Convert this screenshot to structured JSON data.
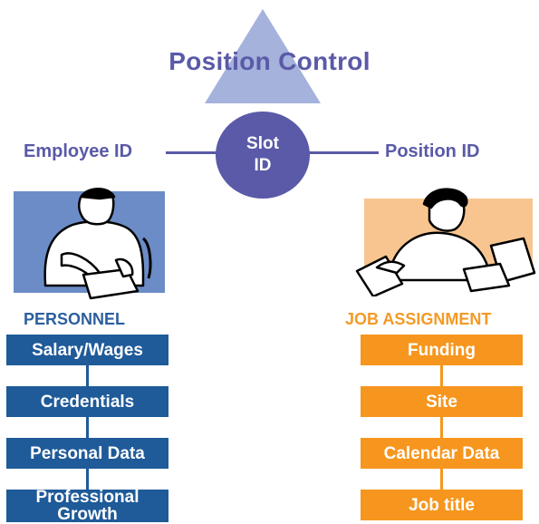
{
  "diagram": {
    "title": "Position Control",
    "left_id": "Employee ID",
    "right_id": "Position ID",
    "center": {
      "line1": "Slot",
      "line2": "ID"
    },
    "left_section": {
      "title": "PERSONNEL",
      "items": [
        "Salary/Wages",
        "Credentials",
        "Personal Data",
        "Professional Growth"
      ],
      "last_item_lines": [
        "Professional",
        "Growth"
      ]
    },
    "right_section": {
      "title": "JOB ASSIGNMENT",
      "items": [
        "Funding",
        "Site",
        "Calendar Data",
        "Job title"
      ]
    },
    "colors": {
      "purple": "#5a5aa8",
      "triangle": "#a4b2dc",
      "personnel_blue": "#1f5a99",
      "personnel_panel": "#6b8cc6",
      "job_orange": "#f6961e",
      "job_panel": "#f8c590"
    },
    "icons": {
      "left_image": "person-at-desk-clipart",
      "right_image": "person-with-laptop-clipart"
    }
  }
}
